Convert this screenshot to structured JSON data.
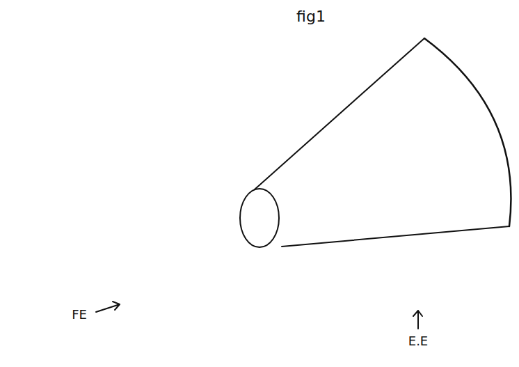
{
  "diagram": {
    "title": "fig1",
    "labels": [
      "FE",
      "E.E"
    ]
  }
}
